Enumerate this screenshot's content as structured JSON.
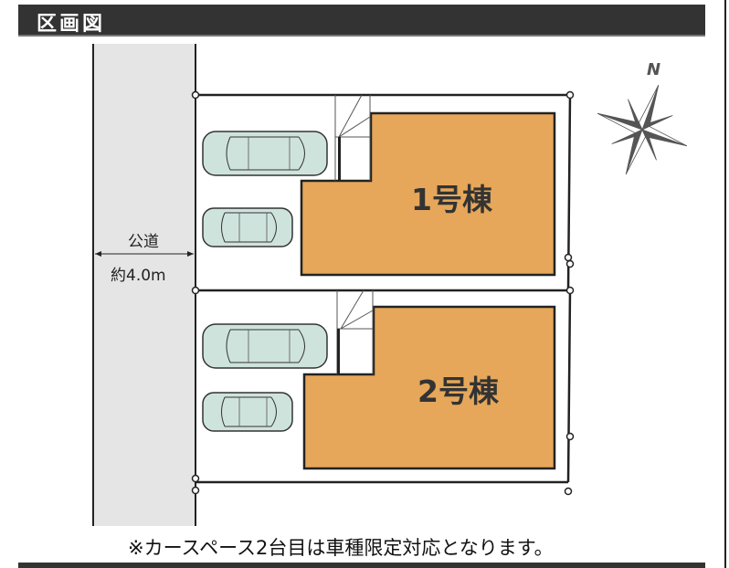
{
  "header": {
    "title": "区画図"
  },
  "road": {
    "label": "公道",
    "width": "約4.0m"
  },
  "lots": [
    {
      "label": "1号棟"
    },
    {
      "label": "2号棟"
    }
  ],
  "compass": {
    "label": "N"
  },
  "note": "※カースペース2台目は車種限定対応となります。",
  "colors": {
    "building": "#e6a75a",
    "road": "#e5e5e5",
    "car": "#cfe3dd",
    "header": "#333333"
  }
}
